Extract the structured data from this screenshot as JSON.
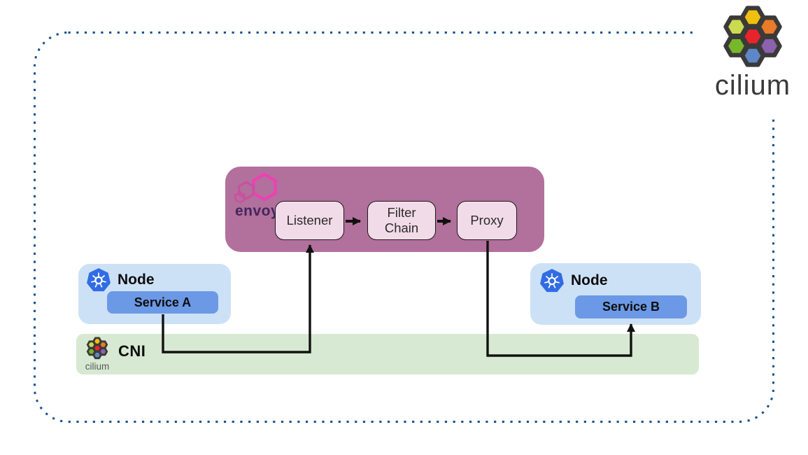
{
  "brand": {
    "cilium": {
      "wordmark": "cilium",
      "colors": {
        "yellow": "#f0c010",
        "lightgreen": "#cbdb4f",
        "orange": "#ea7b28",
        "red": "#e8242a",
        "green": "#76b82a",
        "purple": "#8b62ae",
        "blue": "#5d87c6",
        "outline": "#3b3a39"
      }
    },
    "envoy": {
      "wordmark": "envoy",
      "colors": {
        "magenta": "#f03eb5",
        "pink": "#c9519e",
        "text": "#43265e"
      }
    },
    "kubernetes_blue": "#326ce5"
  },
  "envoy_box": {
    "steps": [
      {
        "label": "Listener"
      },
      {
        "label": "Filter Chain"
      },
      {
        "label": "Proxy"
      }
    ]
  },
  "node_left": {
    "label": "Node",
    "service": "Service A"
  },
  "node_right": {
    "label": "Node",
    "service": "Service B"
  },
  "cni_bar": {
    "label": "CNI",
    "logo_label": "cilium"
  },
  "colors": {
    "border_dotted": "#17518f",
    "arrow": "#111111",
    "envoy_container_bg": "#b2709c",
    "step_box_bg": "#f2dbe8",
    "node_bg": "#cde1f6",
    "service_bg": "#6c99e6",
    "cni_bg": "#d7e9d2"
  }
}
